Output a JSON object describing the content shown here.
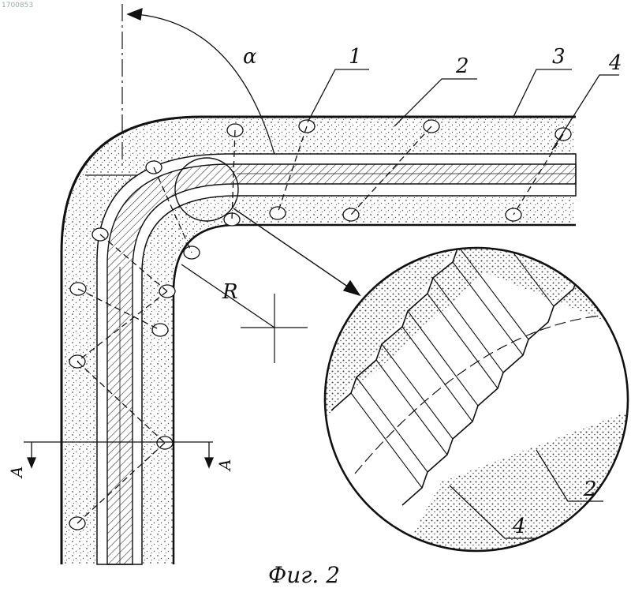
{
  "document_id": "1700853",
  "caption": "Фиг. 2",
  "angle_label": "α",
  "radius_label": "R",
  "section_label": "A",
  "part_labels": {
    "p1": "1",
    "p2": "2",
    "p3": "3",
    "p4": "4"
  },
  "colors": {
    "ink": "#111111",
    "paper": "#ffffff",
    "stipple": "#555555",
    "hatch": "#333333"
  }
}
